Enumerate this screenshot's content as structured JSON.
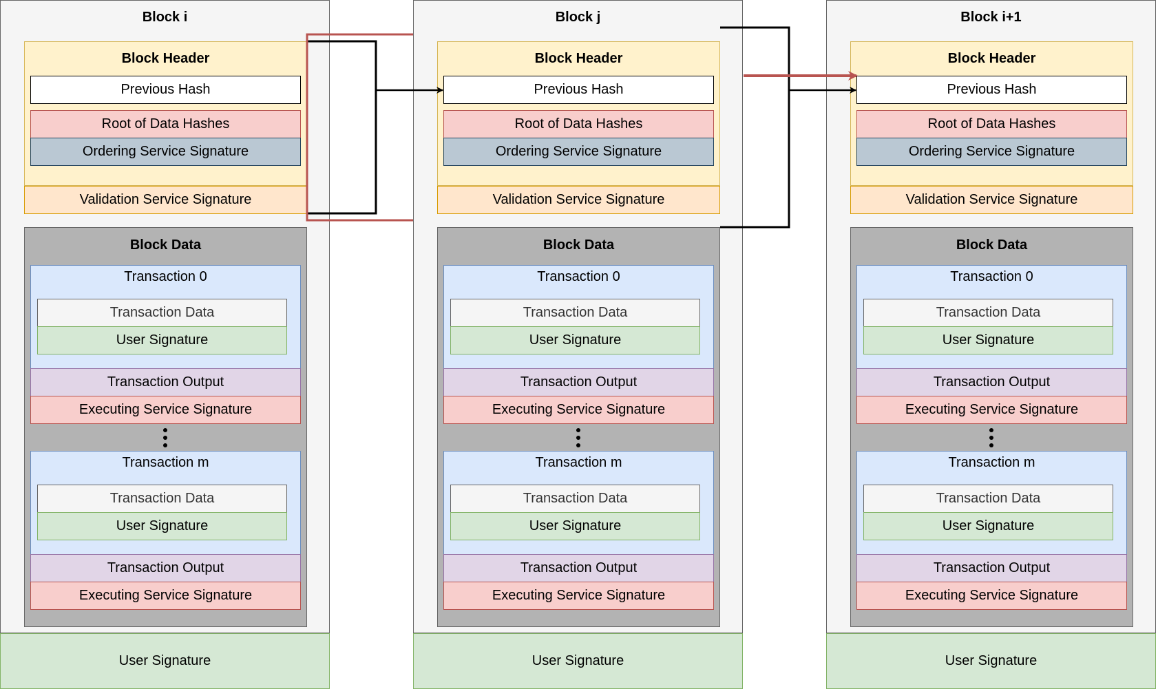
{
  "blocks": [
    {
      "title": "Block i",
      "header": {
        "title": "Block Header",
        "previous_hash": "Previous Hash",
        "root_hash": "Root of Data Hashes",
        "ordering_sig": "Ordering Service Signature"
      },
      "validation_sig": "Validation Service Signature",
      "data": {
        "title": "Block Data",
        "transactions": [
          {
            "title": "Transaction 0",
            "data": "Transaction Data",
            "user_sig": "User Signature",
            "output": "Transaction Output",
            "exec_sig": "Executing Service Signature"
          },
          {
            "title": "Transaction m",
            "data": "Transaction Data",
            "user_sig": "User Signature",
            "output": "Transaction Output",
            "exec_sig": "Executing Service Signature"
          }
        ]
      },
      "user_sig": "User Signature"
    },
    {
      "title": "Block j",
      "header": {
        "title": "Block Header",
        "previous_hash": "Previous Hash",
        "root_hash": "Root of Data Hashes",
        "ordering_sig": "Ordering Service Signature"
      },
      "validation_sig": "Validation Service Signature",
      "data": {
        "title": "Block Data",
        "transactions": [
          {
            "title": "Transaction 0",
            "data": "Transaction Data",
            "user_sig": "User Signature",
            "output": "Transaction Output",
            "exec_sig": "Executing Service Signature"
          },
          {
            "title": "Transaction m",
            "data": "Transaction Data",
            "user_sig": "User Signature",
            "output": "Transaction Output",
            "exec_sig": "Executing Service Signature"
          }
        ]
      },
      "user_sig": "User Signature"
    },
    {
      "title": "Block i+1",
      "header": {
        "title": "Block Header",
        "previous_hash": "Previous Hash",
        "root_hash": "Root of Data Hashes",
        "ordering_sig": "Ordering Service Signature"
      },
      "validation_sig": "Validation Service Signature",
      "data": {
        "title": "Block Data",
        "transactions": [
          {
            "title": "Transaction 0",
            "data": "Transaction Data",
            "user_sig": "User Signature",
            "output": "Transaction Output",
            "exec_sig": "Executing Service Signature"
          },
          {
            "title": "Transaction m",
            "data": "Transaction Data",
            "user_sig": "User Signature",
            "output": "Transaction Output",
            "exec_sig": "Executing Service Signature"
          }
        ]
      },
      "user_sig": "User Signature"
    }
  ],
  "colors": {
    "connector_black": "#000000",
    "connector_red": "#b85450"
  }
}
